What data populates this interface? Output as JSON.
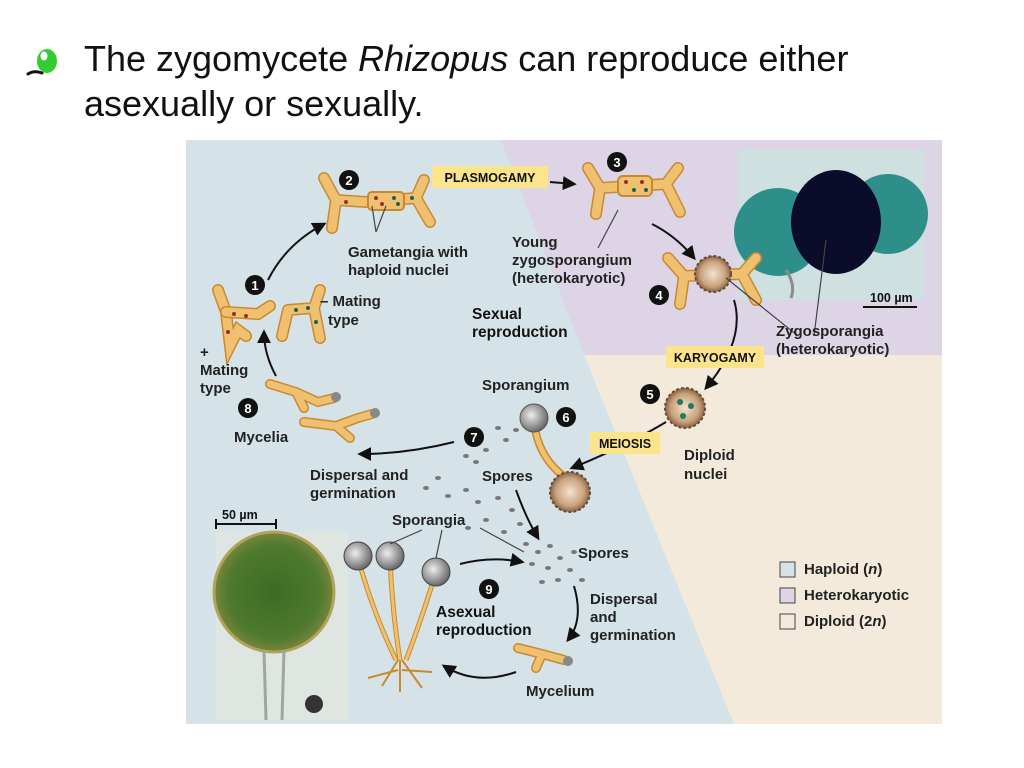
{
  "slide": {
    "title_pre": "The zygomycete ",
    "title_em": "Rhizopus",
    "title_post": " can reproduce either asexually or sexually."
  },
  "figure": {
    "colors": {
      "haploid": "#d5e3e8",
      "heterokaryotic": "#ddd4e6",
      "diploid": "#f4eadb",
      "hypha": "#f0c071",
      "hypha_edge": "#c98a2e"
    },
    "steps": [
      "1",
      "2",
      "3",
      "4",
      "5",
      "6",
      "7",
      "8",
      "9"
    ],
    "labels": {
      "plasmogamy": "PLASMOGAMY",
      "karyogamy": "KARYOGAMY",
      "meiosis": "MEIOSIS",
      "gametangia_1": "Gametangia with",
      "gametangia_2": "haploid nuclei",
      "young_1": "Young",
      "young_2": "zygosporangium",
      "young_3": "(heterokaryotic)",
      "minus_mating_1": "– Mating",
      "minus_mating_2": "type",
      "plus_mating_1": "+",
      "plus_mating_2": "Mating",
      "plus_mating_3": "type",
      "sexual_1": "Sexual",
      "sexual_2": "reproduction",
      "zygosporangia_1": "Zygosporangia",
      "zygosporangia_2": "(heterokaryotic)",
      "scale_100_num": "100 ",
      "scale_100_unit": "µm",
      "sporangium": "Sporangium",
      "mycelia": "Mycelia",
      "diploid_1": "Diploid",
      "diploid_2": "nuclei",
      "spores_1": "Spores",
      "dispersal_1a": "Dispersal and",
      "dispersal_1b": "germination",
      "scale_50_num": "50 ",
      "scale_50_unit": "µm",
      "sporangia": "Sporangia",
      "spores_2": "Spores",
      "asexual_1": "Asexual",
      "asexual_2": "reproduction",
      "dispersal_2a": "Dispersal",
      "dispersal_2b": "and",
      "dispersal_2c": "germination",
      "mycelium": "Mycelium"
    },
    "legend": {
      "haploid_pre": "Haploid (",
      "haploid_n": "n",
      "haploid_post": ")",
      "hetero": "Heterokaryotic",
      "diploid_pre": "Diploid (2",
      "diploid_n": "n",
      "diploid_post": ")"
    }
  }
}
